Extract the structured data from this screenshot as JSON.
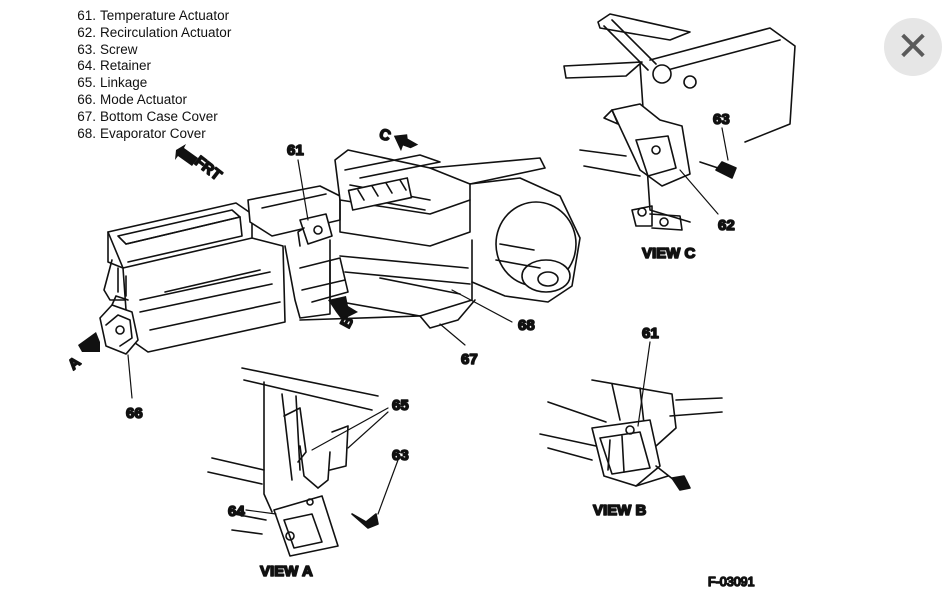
{
  "legend": [
    {
      "num": "61.",
      "text": "Temperature Actuator"
    },
    {
      "num": "62.",
      "text": "Recirculation Actuator"
    },
    {
      "num": "63.",
      "text": "Screw"
    },
    {
      "num": "64.",
      "text": "Retainer"
    },
    {
      "num": "65.",
      "text": "Linkage"
    },
    {
      "num": "66.",
      "text": "Mode Actuator"
    },
    {
      "num": "67.",
      "text": "Bottom Case Cover"
    },
    {
      "num": "68.",
      "text": "Evaporator Cover"
    }
  ],
  "arrows": {
    "frt": "FRT",
    "a": "A",
    "b": "B",
    "c": "C"
  },
  "callouts": {
    "main_61": "61",
    "main_66": "66",
    "main_67": "67",
    "main_68": "68",
    "c_63": "63",
    "c_62": "62",
    "a_65": "65",
    "a_63": "63",
    "a_64": "64",
    "b_61": "61"
  },
  "views": {
    "a": "VIEW A",
    "b": "VIEW B",
    "c": "VIEW C"
  },
  "figure_code": "F-03091",
  "close_icon": "close-icon",
  "close_glyph": "✕"
}
